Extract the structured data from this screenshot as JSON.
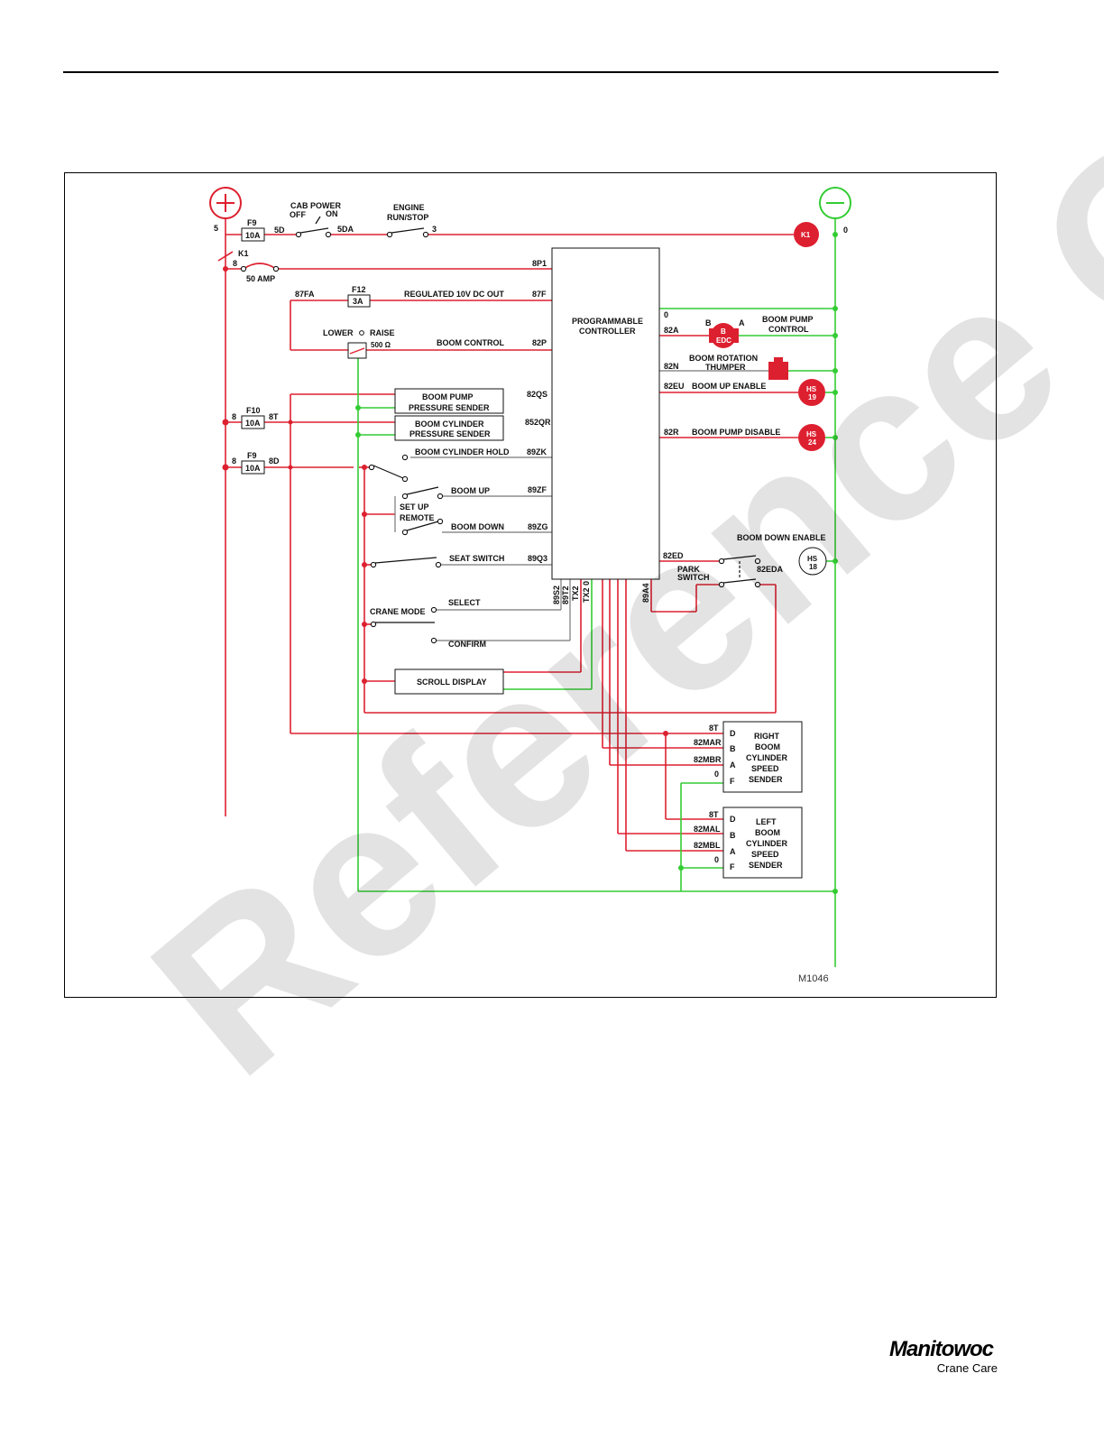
{
  "watermark": "Reference Only",
  "figure_id": "M1046",
  "brand": {
    "name": "Manitowoc",
    "subtitle": "Crane Care"
  },
  "colors": {
    "positive": "#dd2030",
    "negative": "#33cc33",
    "ink": "#111111"
  },
  "supply": {
    "positive_symbol": "+",
    "negative_symbol": "−"
  },
  "labels": {
    "wire_5": "5",
    "wire_5d": "5D",
    "wire_5da": "5DA",
    "wire_3": "3",
    "wire_0_top": "0",
    "wire_8_k1": "8",
    "wire_8p1": "8P1",
    "wire_87fa": "87FA",
    "wire_87f": "87F",
    "wire_82p": "82P",
    "wire_82qs": "82QS",
    "wire_852qr": "852QR",
    "wire_89zk": "89ZK",
    "wire_89zf": "89ZF",
    "wire_89zg": "89ZG",
    "wire_89q3": "89Q3",
    "wire_0_right": "0",
    "wire_82a": "82A",
    "wire_82n": "82N",
    "wire_82eu": "82EU",
    "wire_82r": "82R",
    "wire_82ed": "82ED",
    "wire_82eda": "82EDA",
    "wire_8_f10": "8",
    "wire_8t": "8T",
    "wire_8_f9b": "8",
    "wire_8d": "8D",
    "wire_89s2": "89S2",
    "wire_89t2": "89T2",
    "wire_tx2": "TX2",
    "wire_tx2_0": "TX2 0",
    "wire_89a4": "89A4",
    "f9_top_name": "F9",
    "f9_top_rating": "10A",
    "f10_name": "F10",
    "f10_rating": "10A",
    "f9_bottom_name": "F9",
    "f9_bottom_rating": "10A",
    "f12_name": "F12",
    "f12_rating": "3A",
    "k1_label": "K1",
    "amp_50": "50 AMP",
    "cab_power": "CAB POWER",
    "cab_off": "OFF",
    "cab_on": "ON",
    "engine_1": "ENGINE",
    "engine_2": "RUN/STOP",
    "regulated": "REGULATED 10V DC OUT",
    "lower": "LOWER",
    "raise": "RAISE",
    "ohm": "500 Ω",
    "boom_control": "BOOM CONTROL",
    "controller_1": "PROGRAMMABLE",
    "controller_2": "CONTROLLER",
    "boom_pump_sender_1": "BOOM PUMP",
    "boom_pump_sender_2": "PRESSURE SENDER",
    "boom_cyl_sender_1": "BOOM CYLINDER",
    "boom_cyl_sender_2": "PRESSURE SENDER",
    "boom_cyl_hold": "BOOM CYLINDER HOLD",
    "boom_up": "BOOM UP",
    "set_up_1": "SET UP",
    "set_up_2": "REMOTE",
    "boom_down": "BOOM DOWN",
    "seat_switch": "SEAT SWITCH",
    "crane_mode": "CRANE MODE",
    "select": "SELECT",
    "confirm": "CONFIRM",
    "scroll_display": "SCROLL DISPLAY",
    "boom_pump_control_1": "BOOM PUMP",
    "boom_pump_control_2": "CONTROL",
    "edc_b": "B",
    "edc_a": "A",
    "edc_1": "B",
    "edc_2": "EDC",
    "thumper_1": "BOOM ROTATION",
    "thumper_2": "THUMPER",
    "boom_up_enable": "BOOM UP ENABLE",
    "hs19_1": "HS",
    "hs19_2": "19",
    "boom_pump_disable": "BOOM PUMP DISABLE",
    "hs24_1": "HS",
    "hs24_2": "24",
    "boom_down_enable": "BOOM DOWN ENABLE",
    "hs18_1": "HS",
    "hs18_2": "18",
    "park_1": "PARK",
    "park_2": "SWITCH",
    "k1_coil": "K1",
    "right_sender_1": "RIGHT",
    "right_sender_2": "BOOM",
    "right_sender_3": "CYLINDER",
    "right_sender_4": "SPEED",
    "right_sender_5": "SENDER",
    "left_sender_1": "LEFT",
    "left_sender_2": "BOOM",
    "left_sender_3": "CYLINDER",
    "left_sender_4": "SPEED",
    "left_sender_5": "SENDER",
    "r_8t": "8T",
    "r_82mar": "82MAR",
    "r_82mbr": "82MBR",
    "r_0": "0",
    "l_8t": "8T",
    "l_82mal": "82MAL",
    "l_82mbl": "82MBL",
    "l_0": "0",
    "pin_d": "D",
    "pin_b": "B",
    "pin_a": "A",
    "pin_f": "F"
  }
}
